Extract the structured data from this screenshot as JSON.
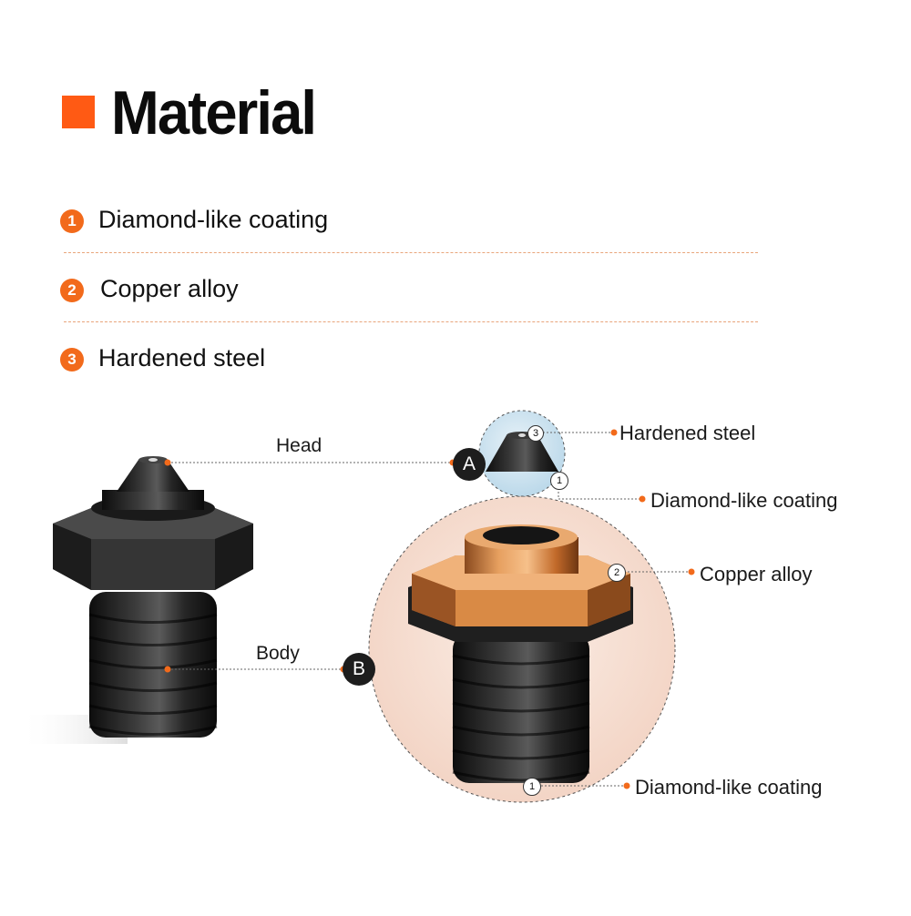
{
  "title": "Material",
  "materials": [
    {
      "number": "1",
      "label": "Diamond-like coating"
    },
    {
      "number": "2",
      "label": "Copper alloy"
    },
    {
      "number": "3",
      "label": "Hardened steel"
    }
  ],
  "diagram": {
    "head_label": "Head",
    "body_label": "Body",
    "marker_a": "A",
    "marker_b": "B",
    "callouts": {
      "head_top": "Hardened steel",
      "head_coating": "Diamond-like coating",
      "body_alloy": "Copper alloy",
      "body_coating": "Diamond-like coating"
    },
    "small_markers": {
      "head_steel": "3",
      "head_coating": "1",
      "body_alloy": "2",
      "body_coating": "1"
    }
  },
  "colors": {
    "accent": "#f26a1b",
    "title_square": "#ff5a14",
    "copper": "#d98a45",
    "dark_metal": "#1e1e1e",
    "zoom_fill": "#f5ddd1",
    "head_zoom_fill": "#cfe3f0"
  }
}
